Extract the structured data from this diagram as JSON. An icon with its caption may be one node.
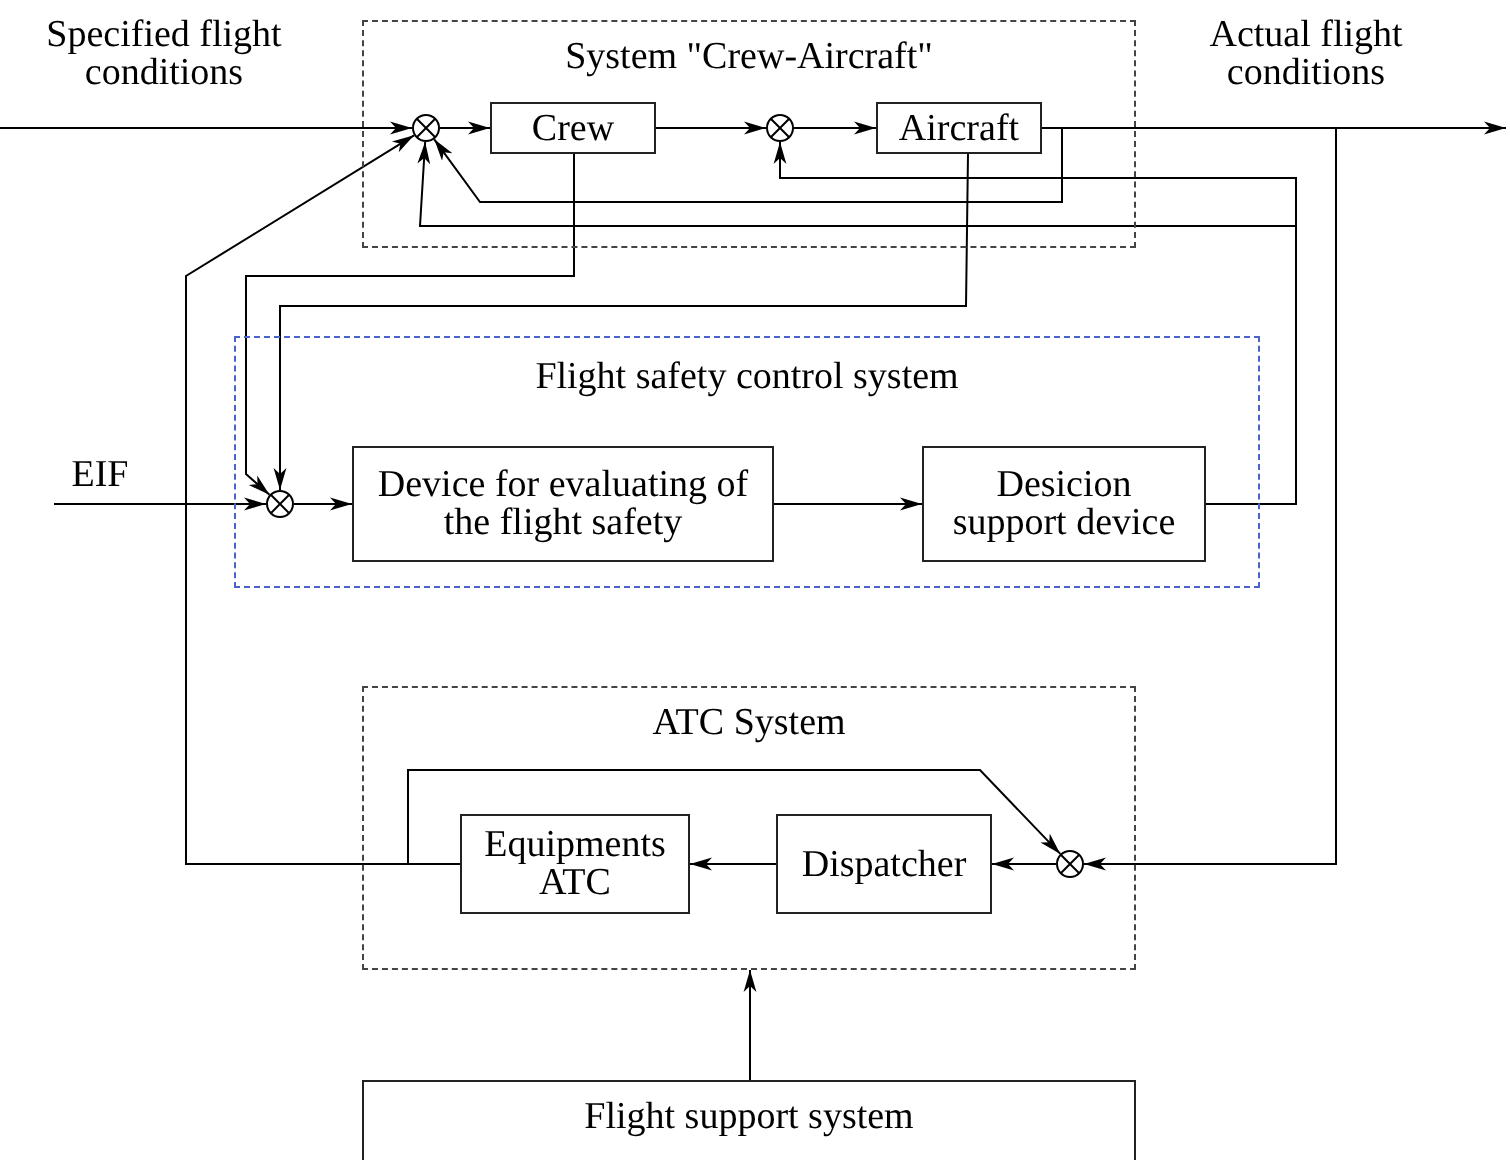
{
  "diagram": {
    "nodes": [
      {
        "text": [
          "System \"Crew-Aircraft\""
        ]
      },
      {
        "text": [],
        "shape": "circle",
        "in": 0
      },
      {
        "text": [
          "Crew"
        ],
        "in": 0
      },
      {
        "text": [],
        "shape": "circle",
        "in": 0
      },
      {
        "text": [
          "Aircraft"
        ],
        "in": 0
      },
      {
        "text": [
          "Flight safety control system"
        ]
      },
      {
        "text": [],
        "shape": "circle",
        "in": 5
      },
      {
        "text": [
          "Device for evaluating of the flight safety"
        ],
        "in": 5
      },
      {
        "text": [
          "Desicion support device"
        ],
        "in": 5
      },
      {
        "text": [
          "ATC System"
        ]
      },
      {
        "text": [
          "Equipments ATC"
        ],
        "in": 9
      },
      {
        "text": [
          "Dispatcher"
        ],
        "in": 9
      },
      {
        "text": [],
        "shape": "circle",
        "in": 9
      },
      {
        "text": [
          "Flight support system"
        ]
      }
    ],
    "edges": [
      {
        "from": null,
        "to": 1,
        "arrow": "to"
      },
      {
        "from": 1,
        "to": 2,
        "arrow": "to"
      },
      {
        "from": 2,
        "to": 3,
        "arrow": "to"
      },
      {
        "from": 3,
        "to": 4,
        "arrow": "to"
      },
      {
        "from": 4,
        "to": null,
        "arrow": "to"
      },
      {
        "from": 4,
        "to": 1,
        "arrow": "to"
      },
      {
        "from": 8,
        "to": 3,
        "arrow": "to"
      },
      {
        "from": 8,
        "to": 1,
        "arrow": "to"
      },
      {
        "from": 2,
        "to": 6,
        "arrow": "to"
      },
      {
        "from": 4,
        "to": 6,
        "arrow": "to"
      },
      {
        "from": null,
        "to": 6,
        "arrow": "to"
      },
      {
        "from": 6,
        "to": 7,
        "arrow": "to"
      },
      {
        "from": 7,
        "to": 8,
        "arrow": "to"
      },
      {
        "from": 4,
        "to": 12,
        "arrow": "to"
      },
      {
        "from": 12,
        "to": 11,
        "arrow": "to"
      },
      {
        "from": 11,
        "to": 10,
        "arrow": "to"
      },
      {
        "from": 10,
        "to": 1,
        "arrow": "to"
      },
      {
        "from": 10,
        "to": 12,
        "arrow": "to"
      },
      {
        "from": 13,
        "to": 9,
        "arrow": "to"
      }
    ],
    "labels": [
      "Specified flight conditions",
      "Actual flight conditions",
      "EIF"
    ]
  }
}
